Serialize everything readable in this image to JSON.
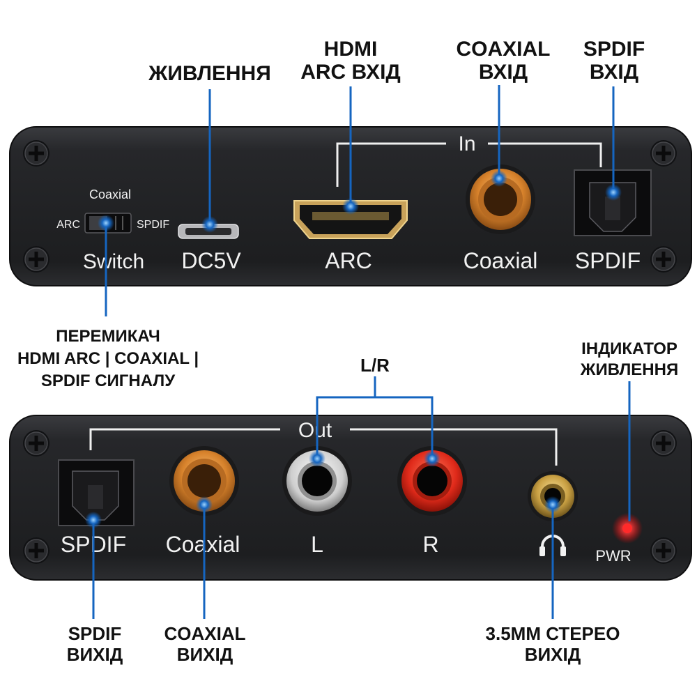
{
  "callouts": {
    "power": "ЖИВЛЕННЯ",
    "hdmi_line1": "HDMI",
    "hdmi_line2": "ARC ВХІД",
    "coaxial_in_line1": "COAXIAL",
    "coaxial_in_line2": "ВХІД",
    "spdif_in_line1": "SPDIF",
    "spdif_in_line2": "ВХІД",
    "switch_line1": "ПЕРЕМИКАЧ",
    "switch_line2": "HDMI ARC | COAXIAL |",
    "switch_line3": "SPDIF СИГНАЛУ",
    "lr": "L/R",
    "power_led_line1": "ІНДИКАТОР",
    "power_led_line2": "ЖИВЛЕННЯ",
    "spdif_out_line1": "SPDIF",
    "spdif_out_line2": "ВИХІД",
    "coaxial_out_line1": "COAXIAL",
    "coaxial_out_line2": "ВИХІД",
    "stereo_out_line1": "3.5MM СТЕРЕО",
    "stereo_out_line2": "ВИХІД"
  },
  "top_panel": {
    "switch_top": "Coaxial",
    "switch_left": "ARC",
    "switch_right": "SPDIF",
    "switch_label": "Switch",
    "dc_label": "DC5V",
    "arc_label": "ARC",
    "in_label": "In",
    "coaxial_label": "Coaxial",
    "spdif_label": "SPDIF"
  },
  "bottom_panel": {
    "out_label": "Out",
    "spdif_label": "SPDIF",
    "coaxial_label": "Coaxial",
    "l_label": "L",
    "r_label": "R",
    "pwr_label": "PWR"
  },
  "colors": {
    "callout_line": "#1565c0",
    "panel": "#222326",
    "gold": "#d9862e",
    "red_jack": "#e02a1a",
    "led": "#ff2a2a"
  }
}
